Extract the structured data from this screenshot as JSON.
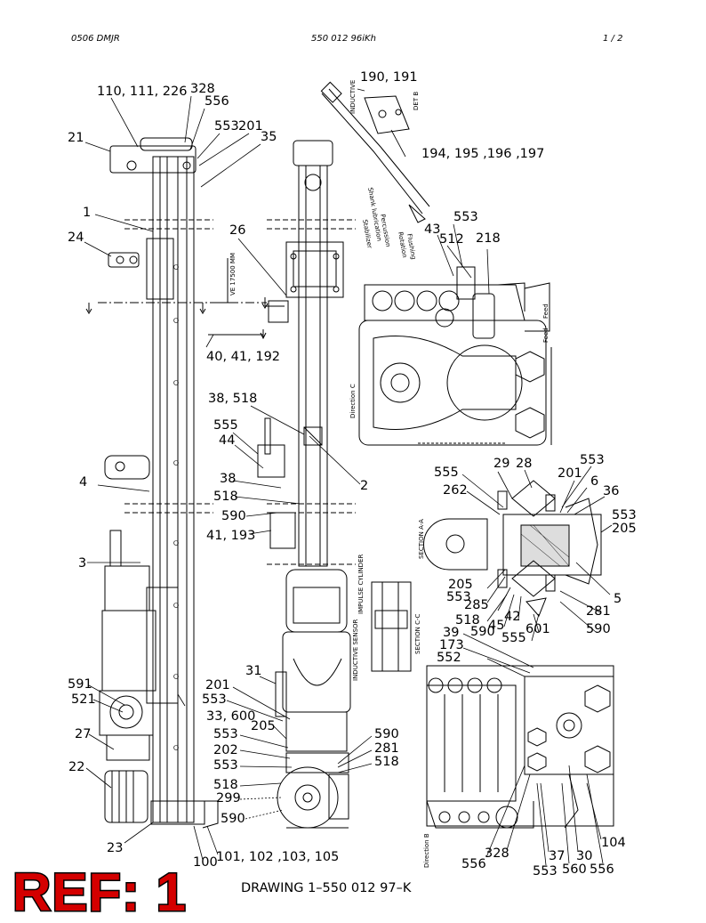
{
  "header": {
    "left": "0506 DMJR",
    "center": "550 012 96iKh",
    "right": "1 /  2"
  },
  "caption": "DRAWING 1–550 012 97–K",
  "stamp": "REF: 1",
  "callouts": {
    "c110": "110, 111, 226",
    "c328a": "328",
    "c556a": "556",
    "c553a": "553",
    "c201a": "201",
    "c35": "35",
    "c21": "21",
    "c1": "1",
    "c24": "24",
    "c26": "26",
    "c40": "40, 41, 192",
    "c38a": "38, 518",
    "c555a": "555",
    "c44": "44",
    "c2": "2",
    "c4": "4",
    "c38b": "38",
    "c518a": "518",
    "c590a": "590",
    "c41": "41, 193",
    "c3": "3",
    "c31": "31",
    "c591": "591",
    "c521": "521",
    "c201b": "201",
    "c553b": "553",
    "c33": "33, 600",
    "c27": "27",
    "c205a": "205",
    "c553c": "553",
    "c202": "202",
    "c553d": "553",
    "c22": "22",
    "c518b": "518",
    "c299": "299",
    "c590b": "590",
    "c590c": "590",
    "c281a": "281",
    "c518c": "518",
    "c23": "23",
    "c100": "100",
    "c101": "101, 102 ,103, 105",
    "c190": "190, 191",
    "c194": "194, 195 ,196 ,197",
    "c553e": "553",
    "c43": "43",
    "c512": "512",
    "c218": "218",
    "c29": "29",
    "c28": "28",
    "c553f": "553",
    "c555b": "555",
    "c201c": "201",
    "c6": "6",
    "c262": "262",
    "c36": "36",
    "c553g": "553",
    "c205b": "205",
    "c205c": "205",
    "c553h": "553",
    "c285": "285",
    "c5": "5",
    "c518d": "518",
    "c45": "45",
    "c42": "42",
    "c281b": "281",
    "c590d": "590",
    "c555c": "555",
    "c601": "601",
    "c590e": "590",
    "c39": "39",
    "c173": "173",
    "c552": "552",
    "c104": "104",
    "c556b": "556",
    "c328b": "328",
    "c37": "37",
    "c30": "30",
    "c553i": "553",
    "c560": "560",
    "c556c": "556"
  },
  "small_labels": {
    "inductive": "INDUCTIVE",
    "det": "DET B",
    "stabilizer": "Stabilizer",
    "shank": "Shank lubrication",
    "percussion": "Percussion",
    "rotation": "Rotation",
    "flushing": "Flushing",
    "feed": "Feed",
    "feed2": "Feed-",
    "dirC": "Direction C",
    "secA": "SECTION A-A",
    "secC": "SECTION C-C",
    "impulse": "IMPULSE CYLINDER",
    "sensor": "INDUCTIVE SENSOR",
    "dirB": "Direction B",
    "dim": "VE 17500 MM"
  }
}
